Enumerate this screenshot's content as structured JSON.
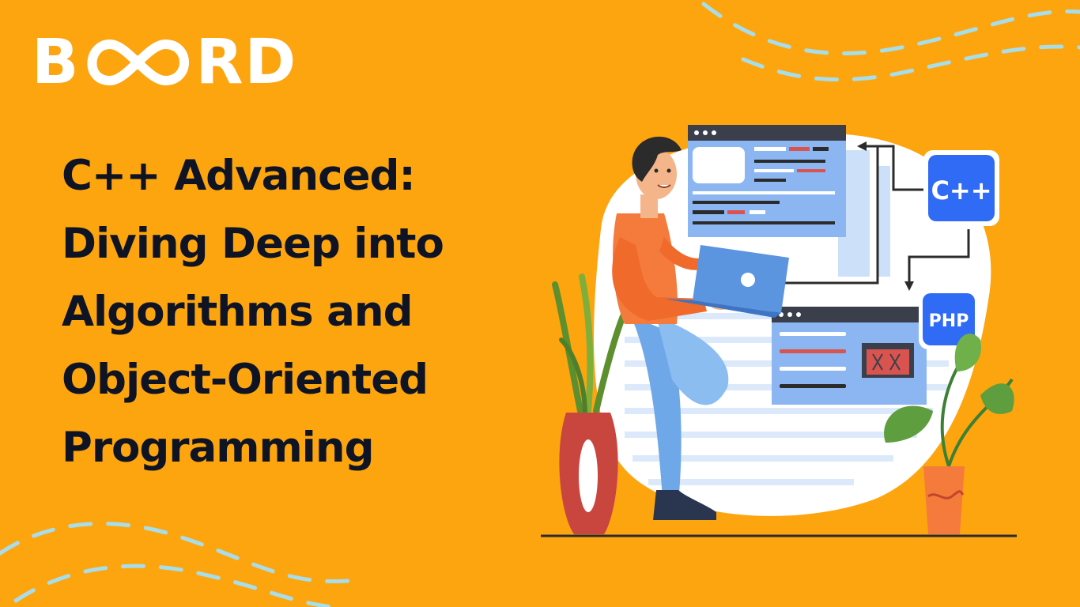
{
  "brand": {
    "logo_start": "B",
    "logo_end": "RD",
    "logo_colors": {
      "text": "#FFFFFF",
      "background": "#FDA50F"
    }
  },
  "headline": {
    "lines": [
      "C++ Advanced:",
      "Diving Deep into",
      "Algorithms and",
      "Object-Oriented",
      "Programming"
    ],
    "color": "#0E1423"
  },
  "illustration": {
    "badges": {
      "cpp": "C++",
      "php": "PHP"
    },
    "icons": [
      "developer-figure",
      "laptop",
      "code-window",
      "potted-plant",
      "vase-plant"
    ],
    "colors": {
      "badge_blue": "#2F6BF5",
      "window_blue": "#8BB6F2",
      "shirt_orange": "#F47B3C",
      "accent_red": "#D9534F"
    }
  }
}
